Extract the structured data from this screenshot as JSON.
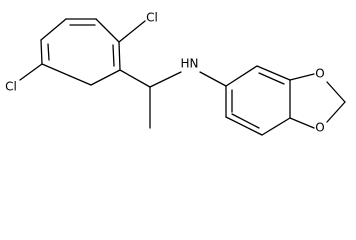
{
  "molecule": {
    "atoms": {
      "cl_top": "Cl",
      "cl_left": "Cl",
      "amine": "N",
      "amine_h": "H",
      "oxygen_top": "O",
      "oxygen_bottom": "O"
    }
  }
}
